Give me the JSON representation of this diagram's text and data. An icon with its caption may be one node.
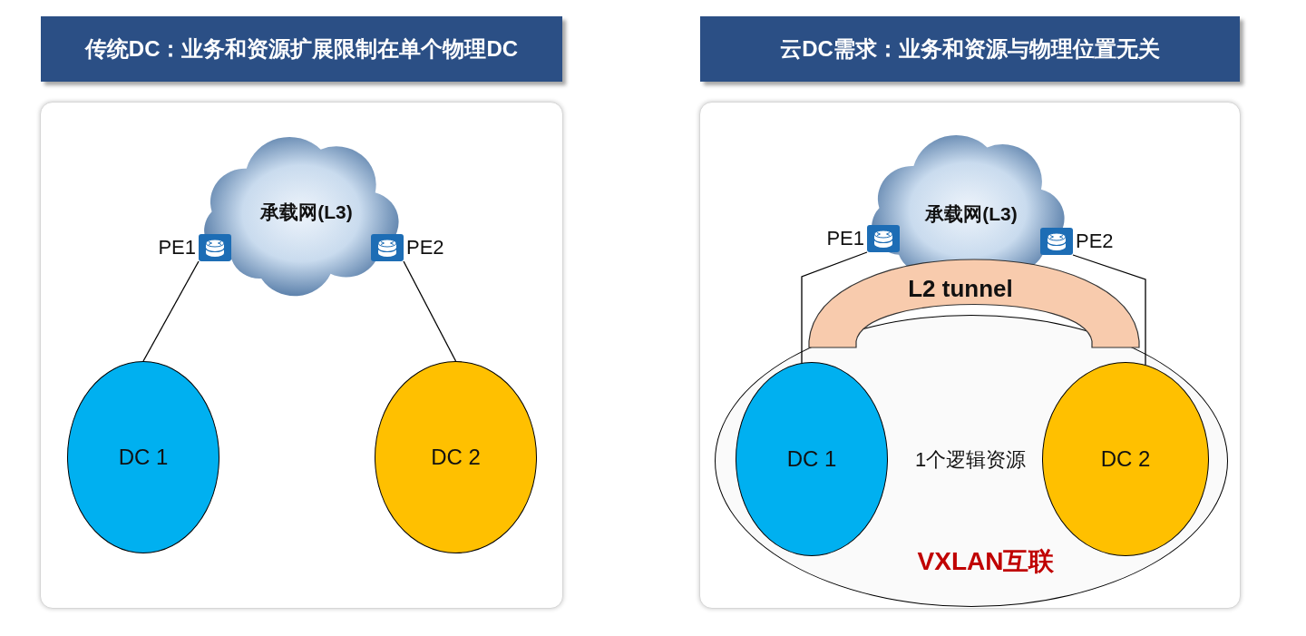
{
  "diagram": {
    "nodes": [
      {
        "text": [
          "传统DC：业务和资源扩展限制在单个物理DC"
        ]
      },
      {
        "text": [],
        "shape": "box"
      },
      {
        "text": [
          "承载网(L3)"
        ],
        "in": 1
      },
      {
        "text": [],
        "shape": "picture",
        "beside": [
          "PE1"
        ],
        "in": 1
      },
      {
        "text": [],
        "shape": "picture",
        "beside": [
          "PE2"
        ],
        "in": 1
      },
      {
        "text": [
          "DC 1"
        ],
        "in": 1
      },
      {
        "text": [
          "DC 2"
        ],
        "in": 1
      },
      {
        "text": [
          "云DC需求：业务和资源与物理位置无关"
        ]
      },
      {
        "text": [],
        "shape": "box"
      },
      {
        "text": [
          "承载网(L3)"
        ],
        "in": 8
      },
      {
        "text": [],
        "shape": "picture",
        "beside": [
          "PE1"
        ],
        "in": 8
      },
      {
        "text": [],
        "shape": "picture",
        "beside": [
          "PE2"
        ],
        "in": 8
      },
      {
        "text": [
          "L2 tunnel"
        ],
        "in": 8
      },
      {
        "text": [
          "1个逻辑资源",
          "VXLAN互联"
        ],
        "in": 8
      },
      {
        "text": [
          "DC 1"
        ],
        "in": 13
      },
      {
        "text": [
          "DC 2"
        ],
        "in": 13
      }
    ],
    "edges": [
      {
        "from": 3,
        "to": 5,
        "arrow": "none"
      },
      {
        "from": 4,
        "to": 6,
        "arrow": "none"
      },
      {
        "from": 10,
        "to": 14,
        "arrow": "none"
      },
      {
        "from": 11,
        "to": 15,
        "arrow": "none"
      }
    ]
  }
}
